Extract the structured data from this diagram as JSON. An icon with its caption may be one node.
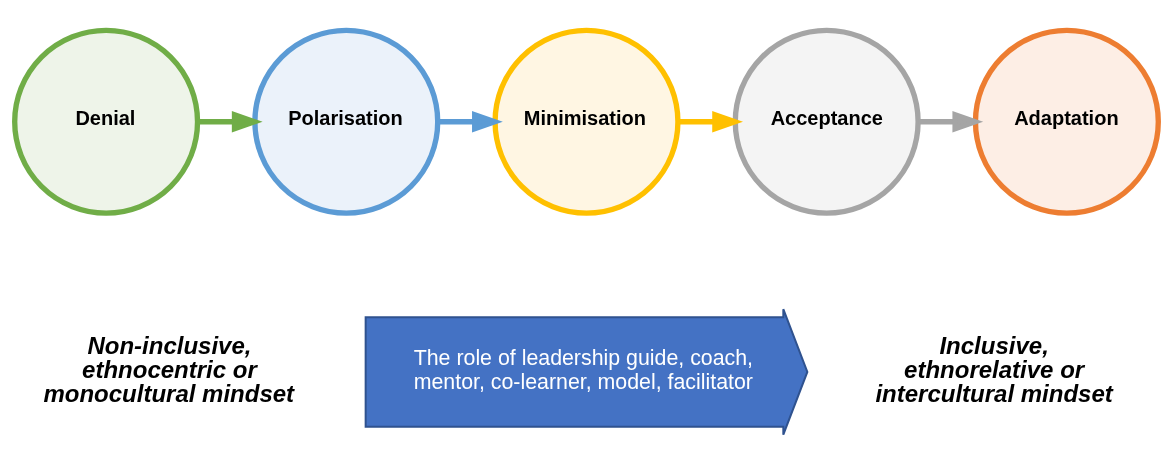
{
  "diagram": {
    "nodes": [
      {
        "text": [
          "Denial"
        ]
      },
      {
        "text": [
          "Polarisation"
        ]
      },
      {
        "text": [
          "Minimisation"
        ]
      },
      {
        "text": [
          "Acceptance"
        ]
      },
      {
        "text": [
          "Adaptation"
        ]
      },
      {
        "text": [
          "The role of leadership guide, coach, mentor, co-learner, model, facilitator"
        ]
      }
    ],
    "edges": [
      {
        "from": 0,
        "to": 1,
        "arrow": "to",
        "color": "#70ad47"
      },
      {
        "from": 1,
        "to": 2,
        "arrow": "to",
        "color": "#5b9bd5"
      },
      {
        "from": 2,
        "to": 3,
        "arrow": "to",
        "color": "#ffc000"
      },
      {
        "from": 3,
        "to": 4,
        "arrow": "to",
        "color": "#a5a5a5"
      }
    ],
    "labels": [
      "Non-inclusive, ethnocentric or monocultural mindset",
      "Inclusive, ethnorelative or intercultural mindset"
    ]
  }
}
